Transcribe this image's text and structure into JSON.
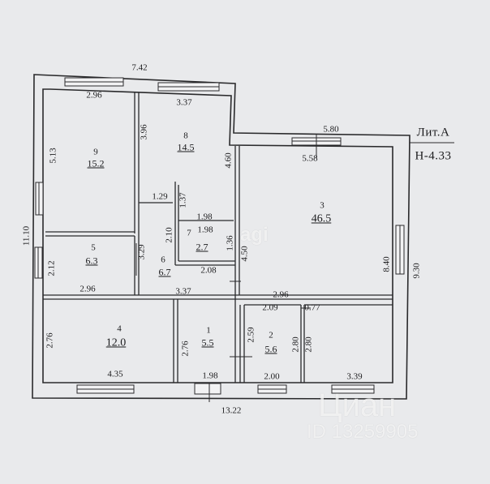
{
  "legend": {
    "lit": "Лит.А",
    "height": "Н-4.33"
  },
  "overall": {
    "top": "7.42",
    "bottom": "13.22",
    "left": "11.10",
    "right": "9.30",
    "right_top": "5.80",
    "right_inner_top": "5.58"
  },
  "rooms": [
    {
      "id": "9",
      "area": "15.2"
    },
    {
      "id": "8",
      "area": "14.5"
    },
    {
      "id": "3",
      "area": "46.5"
    },
    {
      "id": "7",
      "area": "2.7"
    },
    {
      "id": "6",
      "area": "6.7"
    },
    {
      "id": "5",
      "area": "6.3"
    },
    {
      "id": "4",
      "area": "12.0"
    },
    {
      "id": "1",
      "area": "5.5"
    },
    {
      "id": "2",
      "area": "5.6"
    }
  ],
  "dims": {
    "r9_top": "2.96",
    "r9_left": "5.13",
    "r8_top": "3.37",
    "r8_left": "3.96",
    "r8_right": "4.60",
    "corr_129": "1.29",
    "corr_137": "1.37",
    "r7_top": "1.98",
    "r7_top2": "1.98",
    "r7_left": "2.10",
    "r7_right": "1.36",
    "r6_left": "3.29",
    "r6_bottom": "2.08",
    "r6_right": "4.50",
    "r5_left": "2.12",
    "r5_bottom": "2.96",
    "r3_right": "8.40",
    "mid_337": "3.37",
    "mid_296": "2.96",
    "r4_left": "2.76",
    "r4_bottom": "4.35",
    "r1_left": "2.76",
    "r1_bottom": "1.98",
    "r2_top": "2.09",
    "r2_top_right": "0.77",
    "r2_left": "2.59",
    "r2_right": "2.80",
    "r2_right2": "2.80",
    "r2_bottom": "2.00",
    "r3_bottom": "3.39"
  },
  "watermark": {
    "brand": "Циан",
    "id": "ID 13259905",
    "center": "agi"
  }
}
